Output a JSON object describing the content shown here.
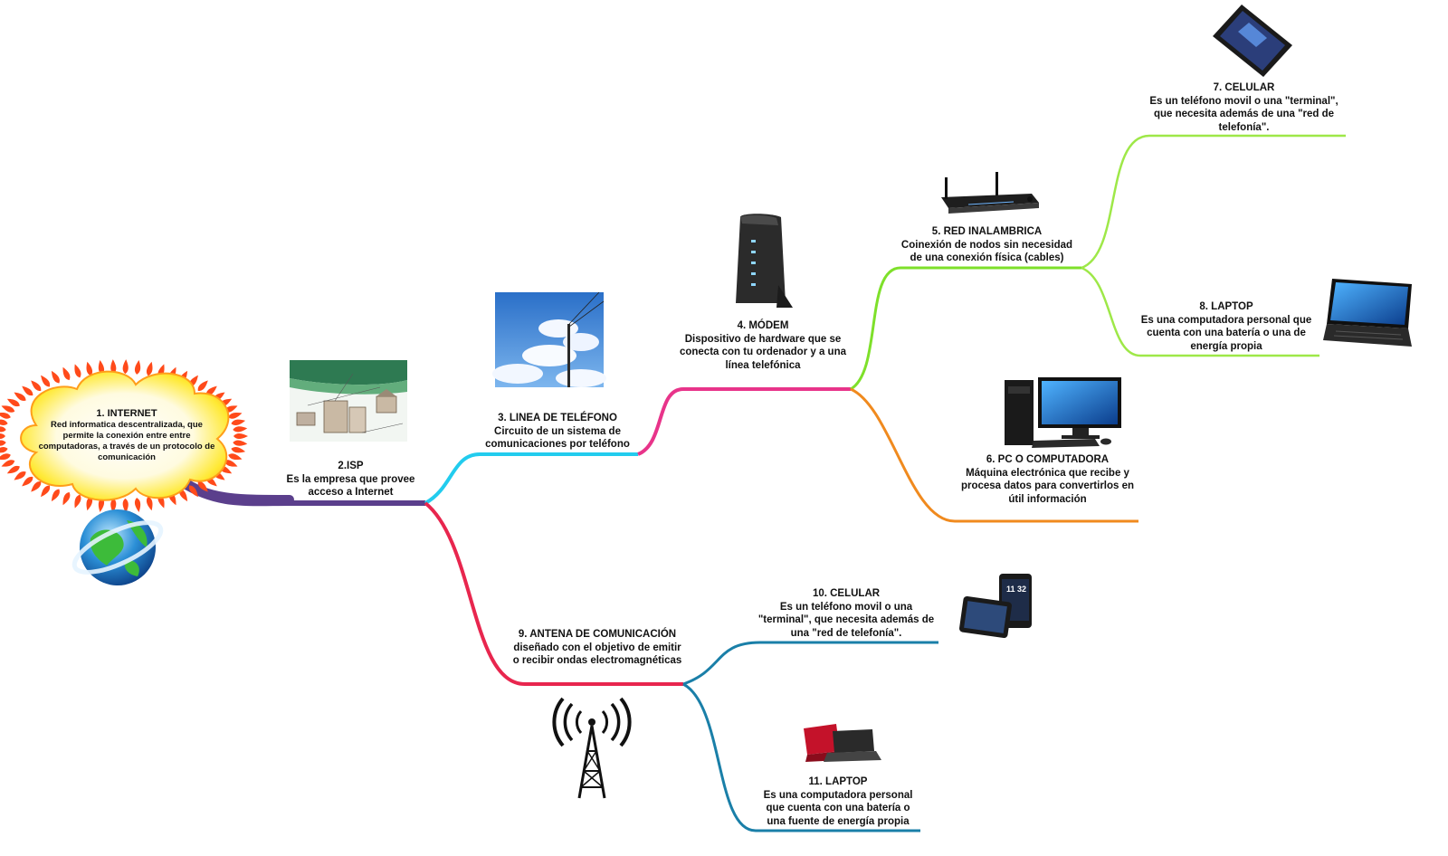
{
  "root": {
    "title": "1. INTERNET",
    "description": "Red informatica descentralizada, que permite la conexión entre entre computadoras, a través de un protocolo de comunicación",
    "icon": "globe-icon",
    "cloud_color": "#ffee44",
    "flame_color": "#ff4a1a"
  },
  "nodes": {
    "isp": {
      "title": "2.ISP",
      "description": "Es la empresa que provee acceso a Internet",
      "icon": "network-diagram-image",
      "branch_color": "#5b3f8c"
    },
    "telefono": {
      "title": "3. LINEA DE TELÉFONO",
      "description": "Circuito de un sistema de comunicaciones por teléfono",
      "icon": "telephone-pole-image",
      "branch_color": "#22ccee"
    },
    "modem": {
      "title": "4. MÓDEM",
      "description": "Dispositivo de hardware que se conecta con tu ordenador y a una línea telefónica",
      "icon": "modem-image",
      "branch_color": "#e8348a"
    },
    "inalambrica": {
      "title": "5. RED INALAMBRICA",
      "description": "Coinexión de nodos sin necesidad de una conexión física (cables)",
      "icon": "router-image",
      "branch_color": "#7ee02a"
    },
    "pc": {
      "title": "6. PC O COMPUTADORA",
      "description": "Máquina electrónica que recibe y procesa datos para convertirlos en útil información",
      "icon": "desktop-computer-image",
      "branch_color": "#f08a1e"
    },
    "celular7": {
      "title": "7. CELULAR",
      "description": "Es un teléfono movil o una \"terminal\", que necesita además de una \"red de telefonía\".",
      "icon": "smartphone-image",
      "branch_color": "#9ee848"
    },
    "laptop8": {
      "title": "8. LAPTOP",
      "description": "Es una computadora personal que cuenta con una batería o una de energía propia",
      "icon": "laptop-image",
      "branch_color": "#9ee848"
    },
    "antena": {
      "title": "9. ANTENA DE COMUNICACIÓN",
      "description": "diseñado con el objetivo de emitir o recibir ondas electromagnéticas",
      "icon": "antenna-tower-icon",
      "branch_color": "#e8264e"
    },
    "celular10": {
      "title": "10. CELULAR",
      "description": "Es un teléfono movil o una \"terminal\", que necesita además de una \"red de telefonía\".",
      "icon": "smartphones-image",
      "branch_color": "#1a7fa8"
    },
    "laptop11": {
      "title": "11. LAPTOP",
      "description": "Es una computadora personal que cuenta con una batería o una fuente de energía propia",
      "icon": "red-laptops-image",
      "branch_color": "#1a7fa8"
    }
  }
}
